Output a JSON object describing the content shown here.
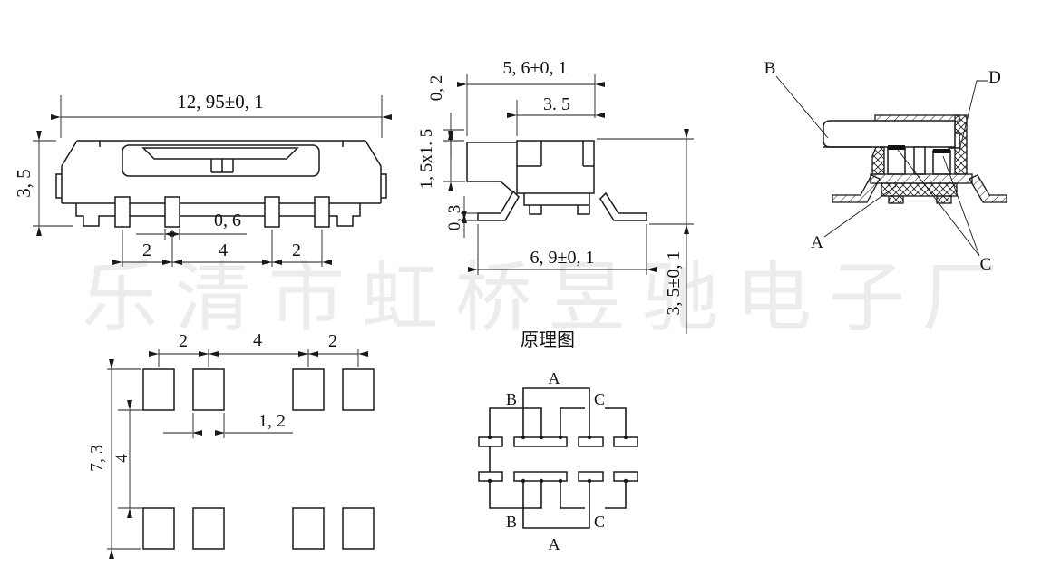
{
  "watermark": "乐清市虹桥昱驰电子厂",
  "colors": {
    "line": "#1a1a1a",
    "watermark": "#ececec",
    "background": "#ffffff",
    "contact_fill": "#111111"
  },
  "front_view": {
    "dim_width": "12, 95±0, 1",
    "dim_height": "3, 5",
    "dim_pin_width": "0, 6",
    "dim_pitch_left": "2",
    "dim_pitch_center": "4",
    "dim_pitch_right": "2"
  },
  "side_view": {
    "dim_top_width": "5, 6±0, 1",
    "dim_body_width": "3. 5",
    "dim_top_step": "0, 2",
    "dim_stem": "1, 5x1. 5",
    "dim_lead_thickness": "0, 3",
    "dim_bottom_width": "6, 9±0, 1",
    "dim_height": "3, 5±0, 1"
  },
  "section_view": {
    "label_a": "A",
    "label_b": "B",
    "label_c": "C",
    "label_d": "D"
  },
  "land_pattern": {
    "dim_pitch_left": "2",
    "dim_pitch_center": "4",
    "dim_pitch_right": "2",
    "dim_pad_width": "1, 2",
    "dim_row_span": "7, 3",
    "dim_row_gap": "4"
  },
  "schematic": {
    "title": "原理图",
    "label_top_a": "A",
    "label_top_b": "B",
    "label_top_c": "C",
    "label_bottom_a": "A",
    "label_bottom_b": "B",
    "label_bottom_c": "C"
  }
}
